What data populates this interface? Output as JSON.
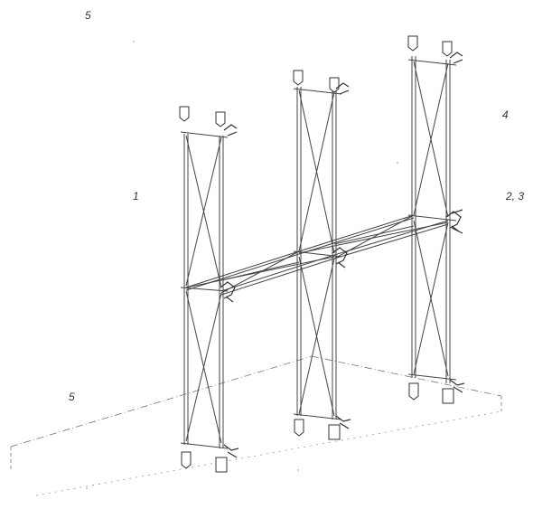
{
  "callouts": {
    "top_left": "5",
    "right_upper": "4",
    "left_middle": "1",
    "right_middle": "2, 3",
    "left_lower": "5"
  },
  "colors": {
    "line": "#444444",
    "ground": "#777777",
    "background": "#ffffff"
  },
  "icons": {
    "clamp": "bracket-clamp-icon",
    "anchor": "ground-anchor-icon"
  }
}
